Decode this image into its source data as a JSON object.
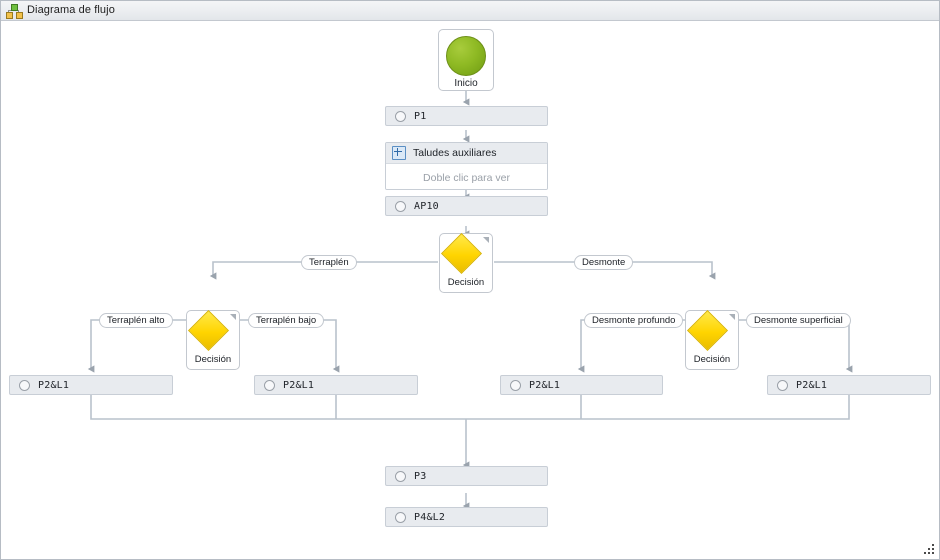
{
  "window": {
    "title": "Diagrama de flujo",
    "icon": "flowchart-icon"
  },
  "diagram": {
    "nodes": {
      "start": {
        "id": "inicio",
        "label": "Inicio",
        "type": "start"
      },
      "p1": {
        "id": "p1",
        "label": "P1",
        "type": "process"
      },
      "sub": {
        "id": "taludes",
        "label": "Taludes auxiliares",
        "hint": "Doble clic para ver",
        "type": "subprocess"
      },
      "ap10": {
        "id": "ap10",
        "label": "AP10",
        "type": "process"
      },
      "dec_main": {
        "id": "dec-main",
        "label": "Decisión",
        "type": "decision"
      },
      "dec_left": {
        "id": "dec-left",
        "label": "Decisión",
        "type": "decision"
      },
      "dec_right": {
        "id": "dec-right",
        "label": "Decisión",
        "type": "decision"
      },
      "p2l1_a": {
        "id": "p2l1-1",
        "label": "P2&L1",
        "type": "process"
      },
      "p2l1_b": {
        "id": "p2l1-2",
        "label": "P2&L1",
        "type": "process"
      },
      "p2l1_c": {
        "id": "p2l1-3",
        "label": "P2&L1",
        "type": "process"
      },
      "p2l1_d": {
        "id": "p2l1-4",
        "label": "P2&L1",
        "type": "process"
      },
      "p3": {
        "id": "p3",
        "label": "P3",
        "type": "process"
      },
      "p4l2": {
        "id": "p4l2",
        "label": "P4&L2",
        "type": "process"
      }
    },
    "edge_labels": {
      "terraplen": "Terraplén",
      "desmonte": "Desmonte",
      "terraplen_alto": "Terraplén alto",
      "terraplen_bajo": "Terraplén bajo",
      "desmonte_profundo": "Desmonte profundo",
      "desmonte_superficial": "Desmonte superficial"
    },
    "colors": {
      "start_fill": "#8fba24",
      "decision_fill": "#ffd400",
      "process_fill": "#e8ebef",
      "border": "#c8ced6",
      "wire": "#b9c2cc"
    }
  }
}
